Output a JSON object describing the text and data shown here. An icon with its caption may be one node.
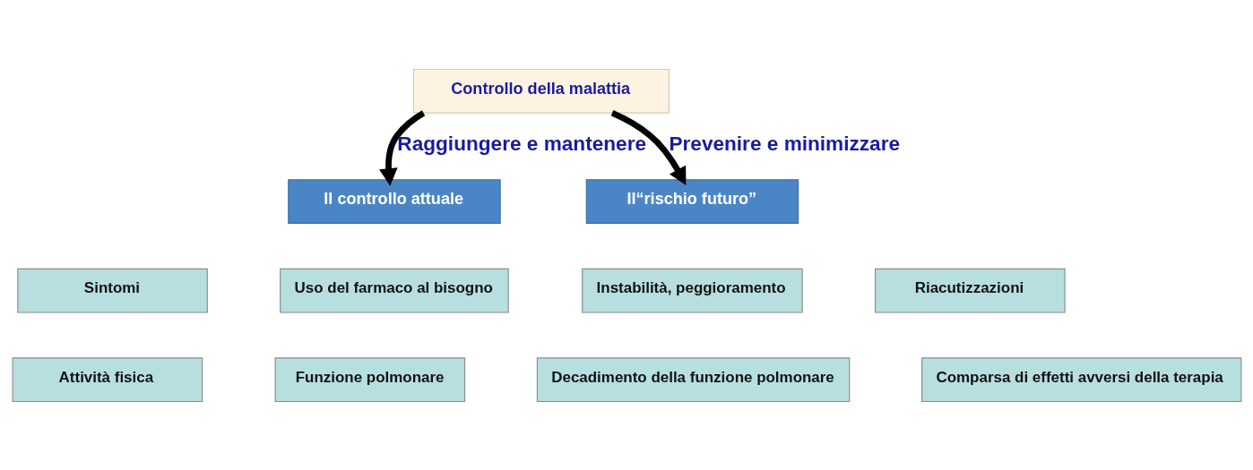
{
  "diagram": {
    "nodes": [
      {
        "text": [
          "Controllo della malattia"
        ]
      },
      {
        "text": [
          "Il controllo attuale"
        ]
      },
      {
        "text": [
          "Il“rischio futuro”"
        ]
      },
      {
        "text": [
          "Sintomi"
        ]
      },
      {
        "text": [
          "Uso del farmaco al bisogno"
        ]
      },
      {
        "text": [
          "Instabilità, peggioramento"
        ]
      },
      {
        "text": [
          "Riacutizzazioni"
        ]
      },
      {
        "text": [
          "Attività fisica"
        ]
      },
      {
        "text": [
          "Funzione polmonare"
        ]
      },
      {
        "text": [
          "Decadimento della funzione polmonare"
        ]
      },
      {
        "text": [
          "Comparsa di effetti avversi della terapia"
        ]
      }
    ],
    "edges": [
      {
        "from": 0,
        "to": 1,
        "arrow": "to",
        "label": "Raggiungere e mantenere"
      },
      {
        "from": 0,
        "to": 2,
        "arrow": "to",
        "label": "Prevenire e minimizzare"
      }
    ]
  }
}
